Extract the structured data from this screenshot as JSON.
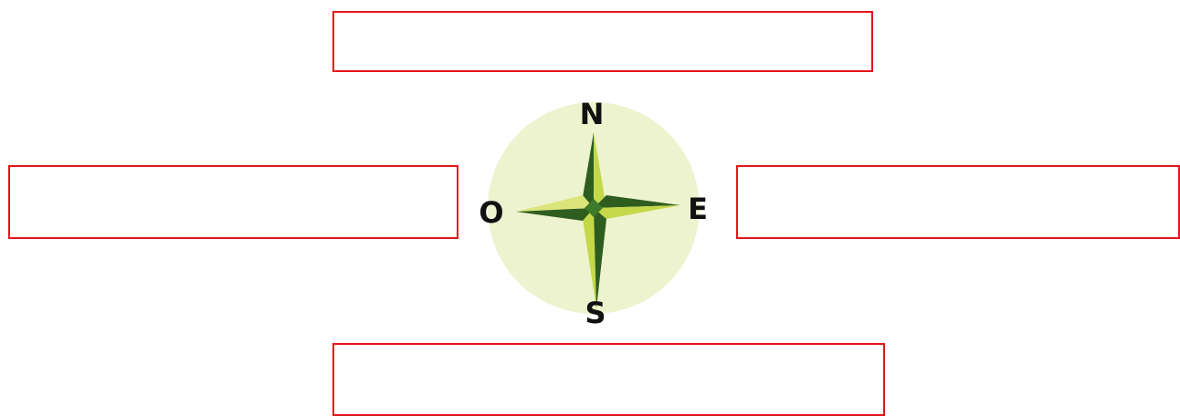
{
  "compass": {
    "labels": {
      "north": "N",
      "south": "S",
      "east": "E",
      "west": "O"
    },
    "colors": {
      "disc": "#eef3cf",
      "dark_green": "#2e5d1f",
      "mid_green": "#3f7a2a",
      "light_green": "#c4d84a",
      "pale_green": "#dbe67a"
    }
  },
  "answer_boxes": {
    "border_color": "#e8141b",
    "north": "",
    "west": "",
    "east": "",
    "south": ""
  }
}
